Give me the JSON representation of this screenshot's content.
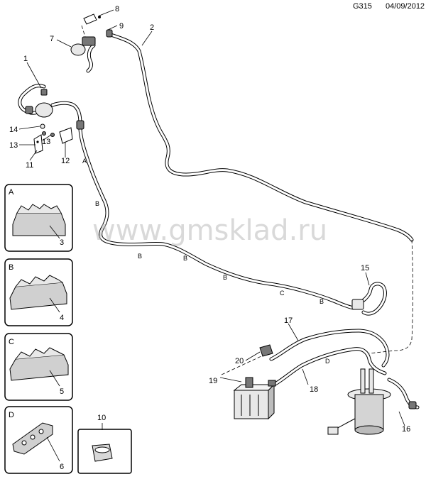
{
  "header": {
    "code": "G315",
    "date": "04/09/2012"
  },
  "watermark": "www.gmsklad.ru",
  "callouts": [
    "1",
    "2",
    "3",
    "4",
    "5",
    "6",
    "7",
    "8",
    "9",
    "10",
    "11",
    "12",
    "13",
    "13",
    "14",
    "15",
    "16",
    "17",
    "18",
    "19",
    "20"
  ],
  "insets": [
    {
      "letter": "A",
      "number": "3"
    },
    {
      "letter": "B",
      "number": "4"
    },
    {
      "letter": "C",
      "number": "5"
    },
    {
      "letter": "D",
      "number": "6"
    },
    {
      "letter": "",
      "number": "10"
    }
  ],
  "route_tags": [
    "A",
    "B",
    "B",
    "B",
    "B",
    "C",
    "B",
    "D"
  ]
}
